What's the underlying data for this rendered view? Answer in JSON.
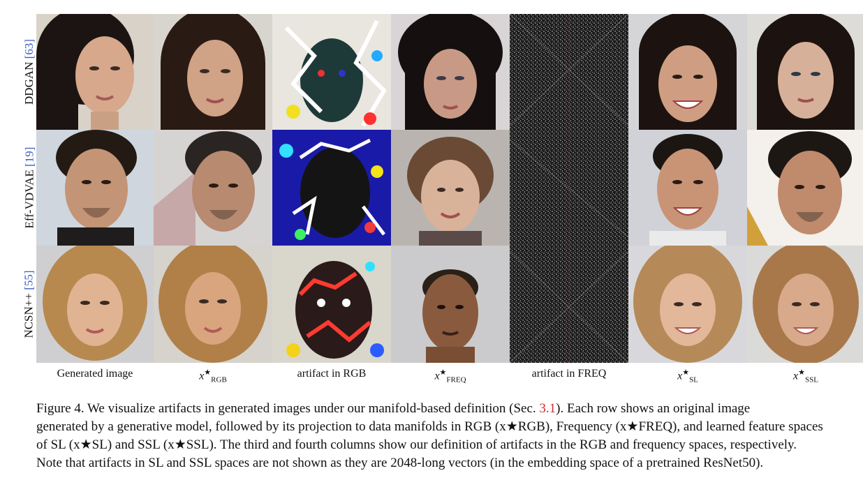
{
  "rows": [
    {
      "model": "DDGAN",
      "ref": "[63]"
    },
    {
      "model": "Eff-VDVAE",
      "ref": "[19]"
    },
    {
      "model": "NCSN++",
      "ref": "[55]"
    }
  ],
  "columns": {
    "generated": "Generated image",
    "rgb_base": "x",
    "rgb_star": "★",
    "rgb_sub": "RGB",
    "artifact_rgb": "artifact in RGB",
    "freq_base": "x",
    "freq_star": "★",
    "freq_sub": "FREQ",
    "artifact_freq": "artifact in FREQ",
    "sl_base": "x",
    "sl_star": "★",
    "sl_sub": "SL",
    "ssl_base": "x",
    "ssl_star": "★",
    "ssl_sub": "SSL"
  },
  "caption": {
    "l1a": "Figure 4.  We visualize artifacts in generated images under our manifold-based definition (Sec. ",
    "l1ref": "3.1",
    "l1b": ").  Each row shows an original image",
    "l2": "generated by a generative model, followed by its projection to data manifolds in RGB (x★RGB), Frequency (x★FREQ), and learned feature spaces",
    "l3": "of SL (x★SL) and SSL (x★SSL). The third and fourth columns show our definition of artifacts in the RGB and frequency spaces, respectively.",
    "l4": "Note that artifacts in SL and SSL spaces are not shown as they are 2048-long vectors (in the embedding space of a pretrained ResNet50)."
  },
  "colors": {
    "reference_blue": "#3b5fc0",
    "reference_red": "#d6262b"
  }
}
